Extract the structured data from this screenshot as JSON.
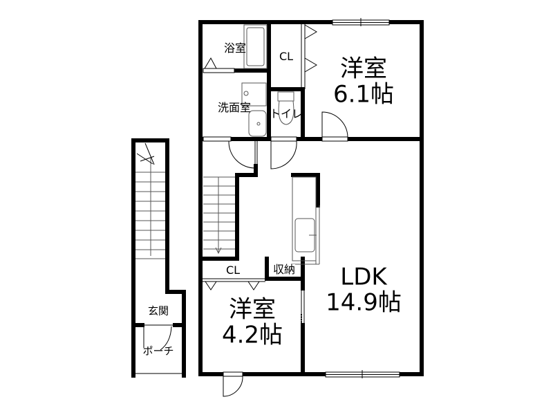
{
  "floorplan": {
    "colors": {
      "wall": "#000000",
      "background": "#ffffff",
      "fixture": "#555555"
    },
    "rooms": {
      "bedroom_north": {
        "name": "洋室",
        "size": "6.1帖"
      },
      "bedroom_south": {
        "name": "洋室",
        "size": "4.2帖"
      },
      "ldk": {
        "name": "LDK",
        "size": "14.9帖"
      },
      "bath": {
        "name": "浴室"
      },
      "washroom": {
        "name": "洗面室"
      },
      "toilet": {
        "name": "トイレ"
      },
      "closet_north": {
        "name": "CL"
      },
      "closet_south": {
        "name": "CL"
      },
      "storage": {
        "name": "収納"
      },
      "entrance": {
        "name": "玄関"
      },
      "porch": {
        "name": "ポーチ"
      }
    }
  }
}
